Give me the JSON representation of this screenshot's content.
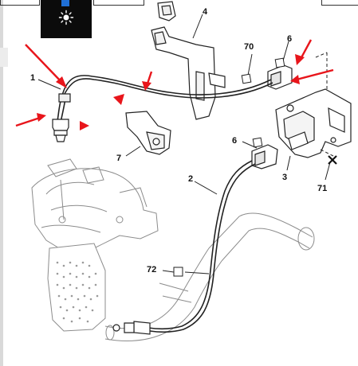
{
  "diagram": {
    "labels": {
      "l1": "1",
      "l2": "2",
      "l3": "3",
      "l4": "4",
      "l6a": "6",
      "l6b": "6",
      "l7": "7",
      "l70": "70",
      "l71": "71",
      "l72": "72"
    },
    "colors": {
      "line": "#222222",
      "arrow": "#e8151b",
      "part_fill": "#ffffff",
      "engine_line": "#9a9a9a",
      "dark_tile": "#0b0b0b",
      "tile_accent": "#1f6fd6"
    },
    "icons": [
      "sun-icon"
    ]
  }
}
